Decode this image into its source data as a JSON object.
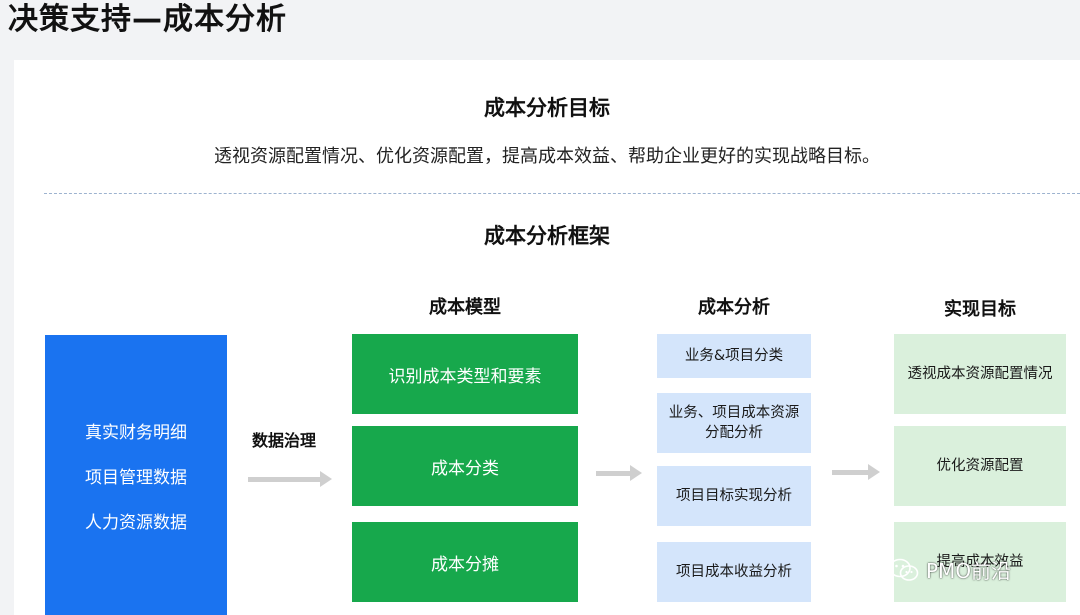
{
  "page_title": "决策支持—成本分析",
  "goal": {
    "title": "成本分析目标",
    "description": "透视资源配置情况、优化资源配置，提高成本效益、帮助企业更好的实现战略目标。"
  },
  "framework": {
    "title": "成本分析框架",
    "data_sources": [
      "真实财务明细",
      "项目管理数据",
      "人力资源数据"
    ],
    "governance_label": "数据治理",
    "columns": {
      "model": {
        "heading": "成本模型",
        "items": [
          "识别成本类型和要素",
          "成本分类",
          "成本分摊"
        ]
      },
      "analysis": {
        "heading": "成本分析",
        "items": [
          "业务&项目分类",
          "业务、项目成本资源分配分析",
          "项目目标实现分析",
          "项目成本收益分析"
        ]
      },
      "target": {
        "heading": "实现目标",
        "items": [
          "透视成本资源配置情况",
          "优化资源配置",
          "提高成本效益"
        ]
      }
    }
  },
  "watermark": "PMO前沿",
  "colors": {
    "source_blue": "#1a73f0",
    "model_green": "#17a84c",
    "analysis_blue": "#d4e5fb",
    "target_green": "#daf0dc",
    "arrow_gray": "#cfcfcf"
  }
}
